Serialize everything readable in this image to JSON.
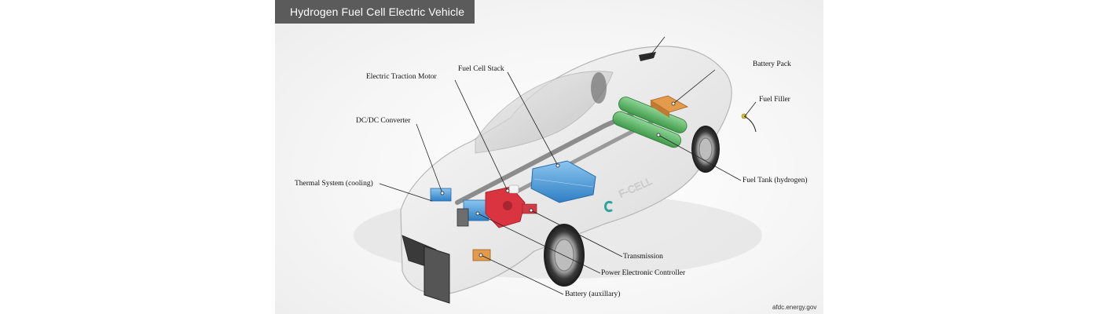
{
  "title": "Hydrogen Fuel Cell Electric Vehicle",
  "credit": "afdc.energy.gov",
  "branding": {
    "badge_text": "F-CELL"
  },
  "labels": {
    "electric_traction_motor": "Electric Traction Motor",
    "fuel_cell_stack": "Fuel Cell Stack",
    "battery_pack": "Battery Pack",
    "fuel_filler": "Fuel Filler",
    "dc_dc_converter": "DC/DC Converter",
    "thermal_system": "Thermal System (cooling)",
    "fuel_tank": "Fuel Tank (hydrogen)",
    "transmission": "Transmission",
    "power_electronic_controller": "Power Electronic Controller",
    "battery_auxiliary": "Battery (auxillary)"
  },
  "colors": {
    "title_bg": "#5b5b5b",
    "fuel_cell_blue": "#4a9ee0",
    "motor_red": "#d9343f",
    "tank_green": "#57b562",
    "battery_orange": "#e39a4a",
    "leader_line": "#222222"
  }
}
